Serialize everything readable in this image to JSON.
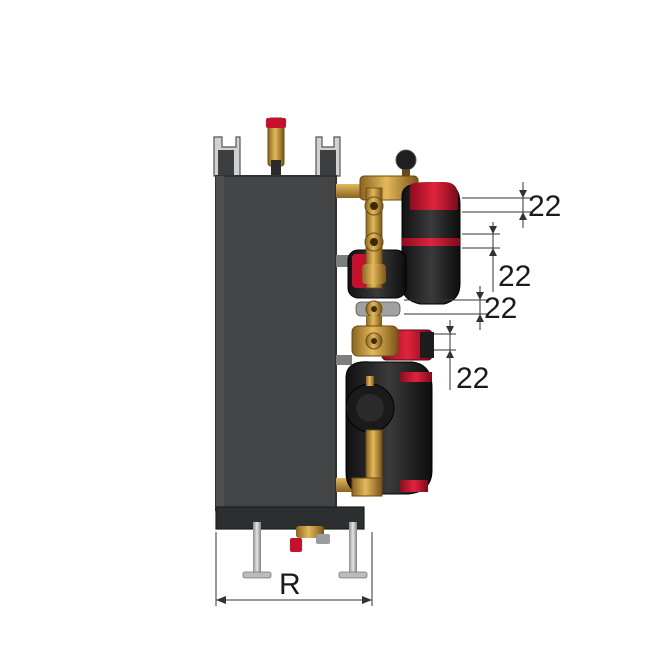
{
  "dimensions": {
    "gap_labels": [
      "22",
      "22",
      "22",
      "22"
    ],
    "base_width_label": "R"
  },
  "colors": {
    "tank": "#424445",
    "tank_edge": "#2f3132",
    "brass": "#c89a3c",
    "pump_red": "#c8102e",
    "pump_black": "#1c1c1c",
    "dimension_line": "#333333"
  }
}
